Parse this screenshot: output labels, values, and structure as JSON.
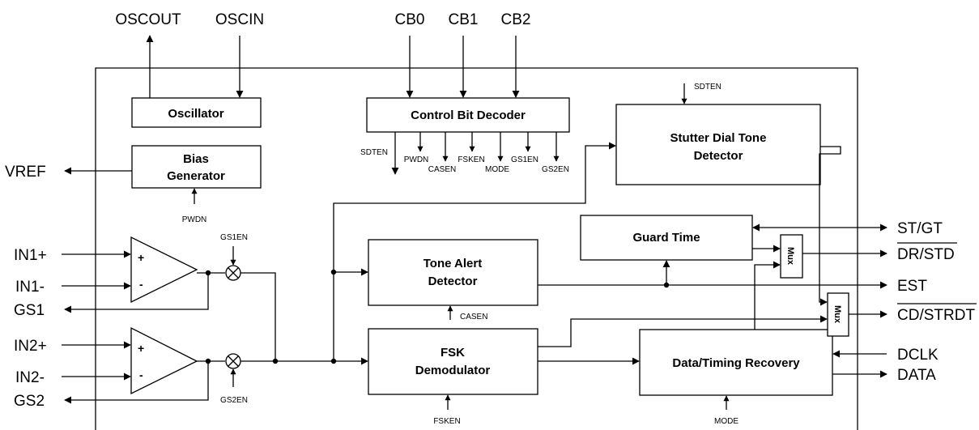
{
  "pins": {
    "oscout": "OSCOUT",
    "oscin": "OSCIN",
    "cb0": "CB0",
    "cb1": "CB1",
    "cb2": "CB2",
    "vref": "VREF",
    "in1p": "IN1+",
    "in1m": "IN1-",
    "gs1": "GS1",
    "in2p": "IN2+",
    "in2m": "IN2-",
    "gs2": "GS2",
    "stgt": "ST/GT",
    "dr": "DR",
    "std": "STD",
    "est": "EST",
    "cd": "CD",
    "strdt": "STRDT",
    "dclk": "DCLK",
    "data": "DATA",
    "slash": "/"
  },
  "blocks": {
    "oscillator": "Oscillator",
    "bias_line1": "Bias",
    "bias_line2": "Generator",
    "control": "Control Bit Decoder",
    "stutter_line1": "Stutter Dial Tone",
    "stutter_line2": "Detector",
    "guard": "Guard Time",
    "tone_line1": "Tone Alert",
    "tone_line2": "Detector",
    "fsk_line1": "FSK",
    "fsk_line2": "Demodulator",
    "data_timing": "Data/Timing Recovery",
    "mux": "Mux"
  },
  "signals": {
    "sdten": "SDTEN",
    "pwdn": "PWDN",
    "casen": "CASEN",
    "fsken": "FSKEN",
    "mode": "MODE",
    "gs1en": "GS1EN",
    "gs2en": "GS2EN"
  },
  "symbols": {
    "plus": "+",
    "minus": "-"
  }
}
